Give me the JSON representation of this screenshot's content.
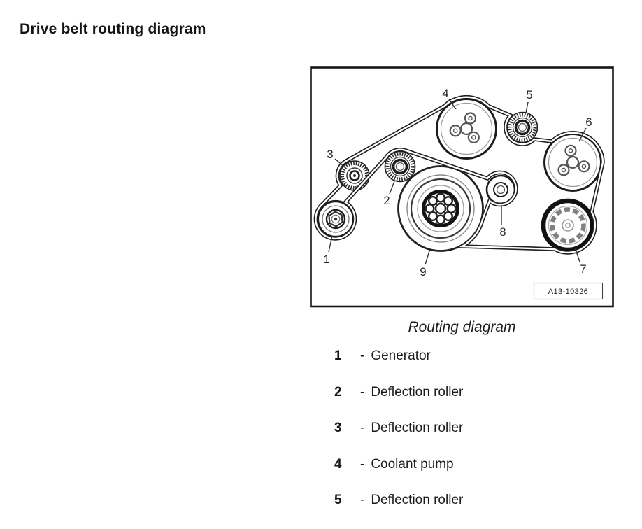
{
  "page_title": "Drive belt routing diagram",
  "figure": {
    "caption": "Routing diagram",
    "image_ref": "A13-10326",
    "callouts": {
      "c1": "1",
      "c2": "2",
      "c3": "3",
      "c4": "4",
      "c5": "5",
      "c6": "6",
      "c7": "7",
      "c8": "8",
      "c9": "9"
    }
  },
  "legend": {
    "separator": "-",
    "items": [
      {
        "num": "1",
        "label": "Generator"
      },
      {
        "num": "2",
        "label": "Deflection roller"
      },
      {
        "num": "3",
        "label": "Deflection roller"
      },
      {
        "num": "4",
        "label": "Coolant pump"
      },
      {
        "num": "5",
        "label": "Deflection roller"
      }
    ]
  }
}
